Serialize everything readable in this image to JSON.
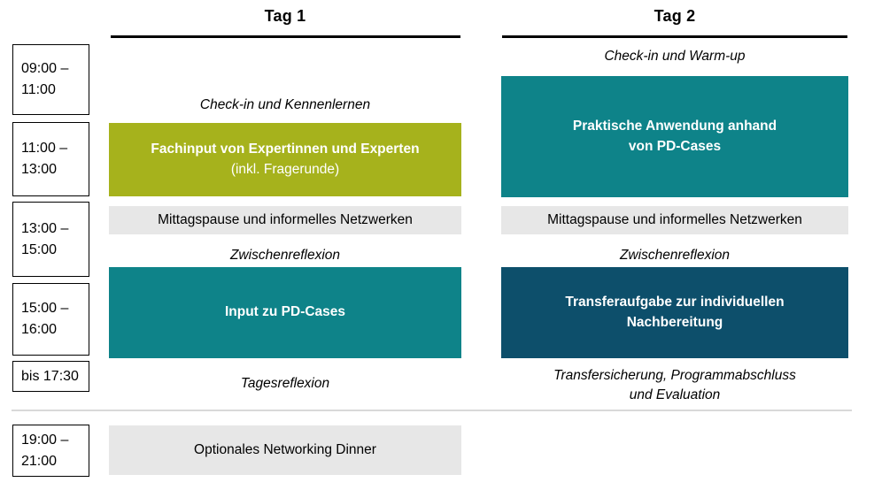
{
  "colors": {
    "green": "#a6b21c",
    "teal": "#0e8389",
    "dark_blue": "#0d4f6b",
    "light_gray": "#e7e7e7",
    "divider_gray": "#d9d9d9",
    "header_rule": "#000000"
  },
  "header": {
    "day1": "Tag 1",
    "day2": "Tag 2"
  },
  "time_slots": [
    "09:00 –\n11:00",
    "11:00 –\n13:00",
    "13:00 –\n15:00",
    "15:00 –\n16:00",
    "bis 17:30",
    "19:00 –\n21:00"
  ],
  "day1": {
    "checkin": "Check-in und Kennenlernen",
    "fachinput_line1": "Fachinput von Expertinnen und Experten",
    "fachinput_line2": "(inkl. Fragerunde)",
    "mittagspause": "Mittagspause und informelles Netzwerken",
    "zwischenreflexion": "Zwischenreflexion",
    "input_pd_cases": "Input zu PD-Cases",
    "tagesreflexion": "Tagesreflexion",
    "networking_dinner": "Optionales Networking Dinner"
  },
  "day2": {
    "checkin": "Check-in und Warm-up",
    "praktische_anwendung": "Praktische Anwendung anhand\nvon PD-Cases",
    "mittagspause": "Mittagspause und informelles Netzwerken",
    "zwischenreflexion": "Zwischenreflexion",
    "transferaufgabe": "Transferaufgabe zur individuellen\nNachbereitung",
    "transfersicherung": "Transfersicherung, Programmabschluss\nund Evaluation"
  }
}
